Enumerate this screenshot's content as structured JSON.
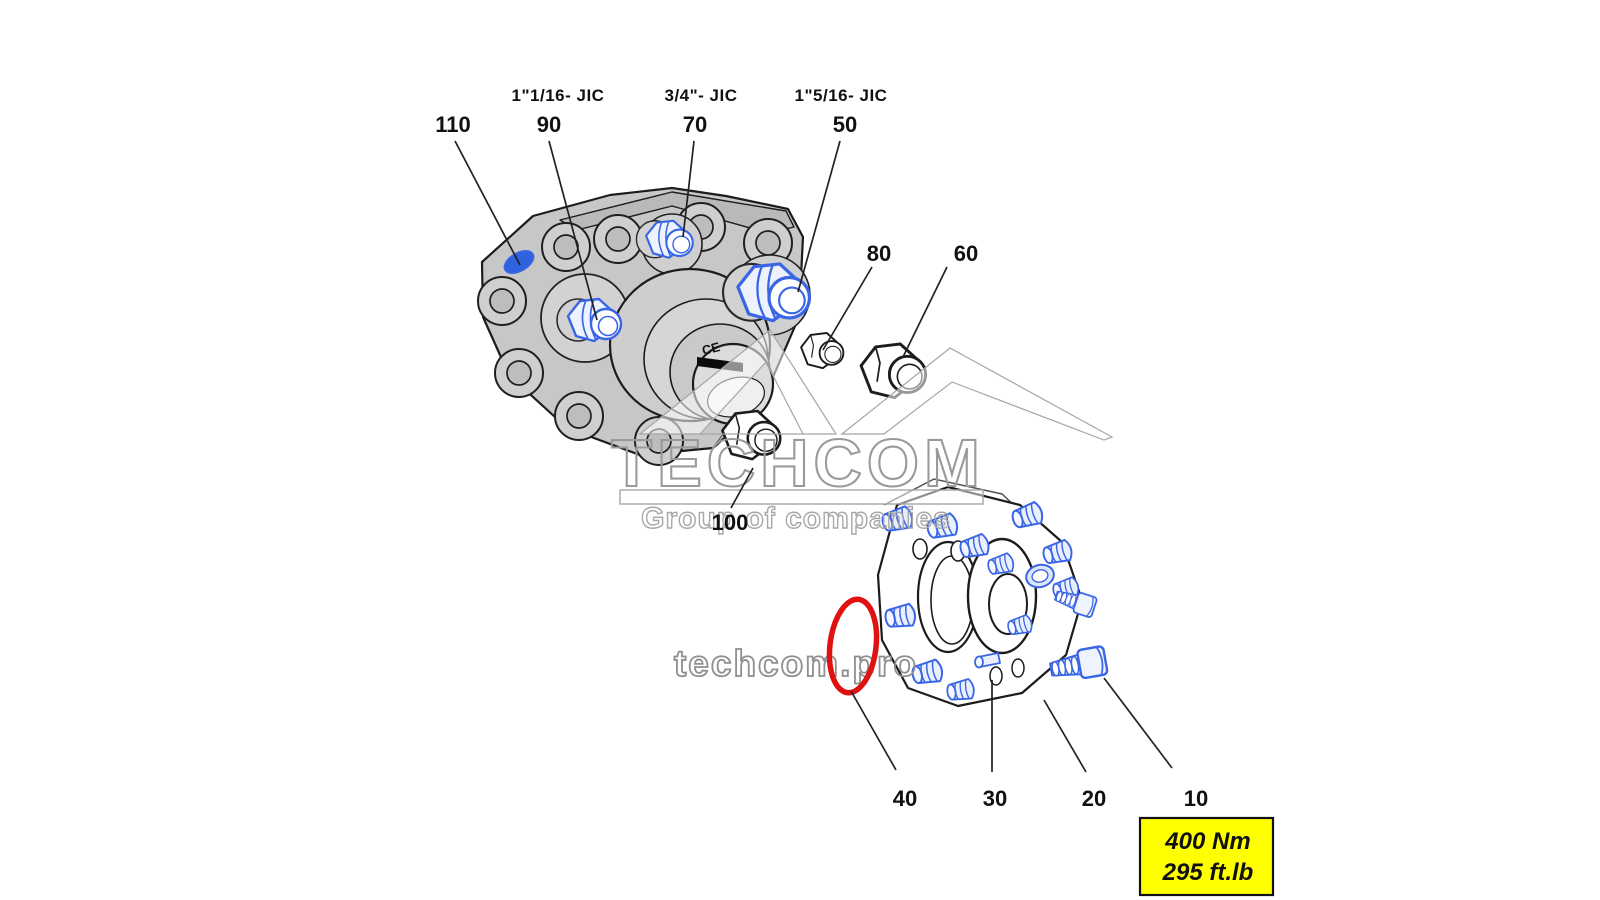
{
  "ports": {
    "jic_1_1_16": "1\"1/16- JIC",
    "jic_3_4": "3/4\"- JIC",
    "jic_1_5_16": "1\"5/16- JIC"
  },
  "callouts": {
    "p110": "110",
    "p90": "90",
    "p70": "70",
    "p50": "50",
    "p80": "80",
    "p60": "60",
    "p100": "100",
    "p40": "40",
    "p30": "30",
    "p20": "20",
    "p10": "10"
  },
  "pump": {
    "ce_mark": "CE"
  },
  "watermark": {
    "brand": "TECHCOM",
    "subtitle": "Group of companies",
    "site": "techcom.pro"
  },
  "torque_note": {
    "metric": "400 Nm",
    "imperial": "295 ft.lb"
  },
  "colors": {
    "body_gray": "#c7c7c7",
    "fitting_blue": "#3a66e6",
    "highlight_red": "#e01111",
    "note_yellow": "#ffff00"
  }
}
